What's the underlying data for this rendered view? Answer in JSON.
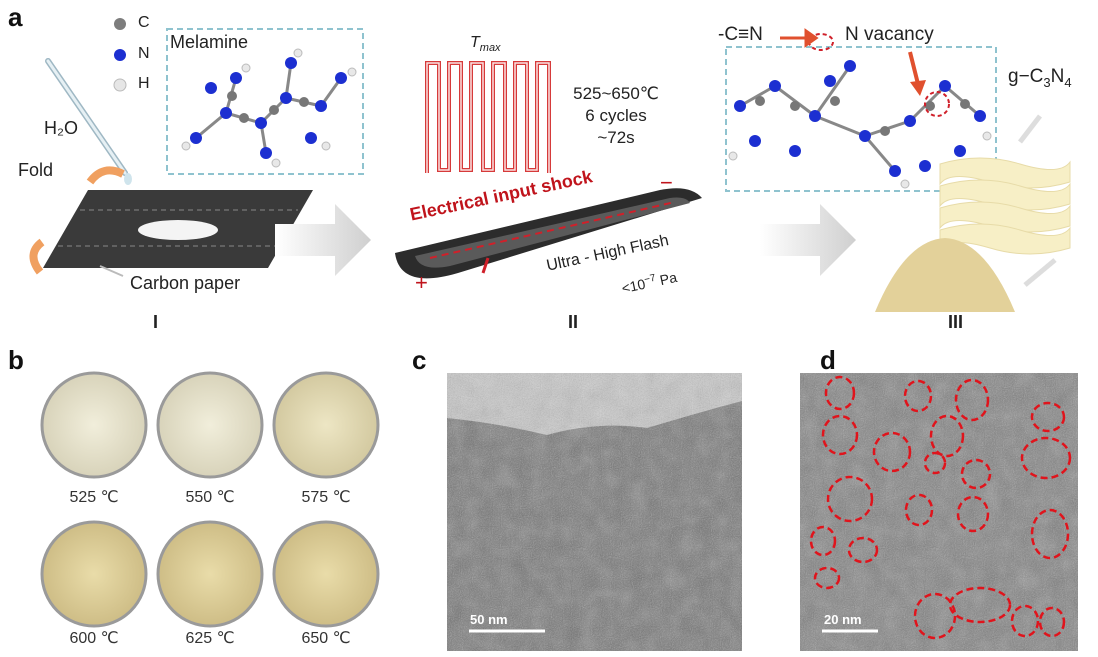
{
  "panels": {
    "a": "a",
    "b": "b",
    "c": "c",
    "d": "d"
  },
  "panel_a": {
    "legend": {
      "c": "C",
      "n": "N",
      "h": "H"
    },
    "molecule_label": "Melamine",
    "water": "H₂O",
    "fold": "Fold",
    "carbon_paper": "Carbon paper",
    "tmax": "T",
    "tmax_sub": "max",
    "conditions": [
      "525~650℃",
      "6 cycles",
      "~72s"
    ],
    "shock": "Electrical input shock",
    "minus": "−",
    "plus": "+",
    "flash": "Ultra - High Flash",
    "pressure": "<10",
    "pressure_exp": "−7",
    "pressure_unit": " Pa",
    "cyano": "-C≡N",
    "vacancy": "N vacancy",
    "product": "g−C",
    "product_sub3": "3",
    "product_n": "N",
    "product_sub4": "4",
    "steps": [
      "I",
      "II",
      "III"
    ]
  },
  "panel_b": {
    "temperatures": [
      "525 ℃",
      "550 ℃",
      "575 ℃",
      "600 ℃",
      "625 ℃",
      "650 ℃"
    ]
  },
  "panel_c": {
    "scale": "50 nm"
  },
  "panel_d": {
    "scale": "20 nm"
  },
  "colors": {
    "accent_red": "#c0141c",
    "arrow_gray": "#d0d0d0",
    "powder": "#eadcaa",
    "paper": "#3a3a3a"
  }
}
